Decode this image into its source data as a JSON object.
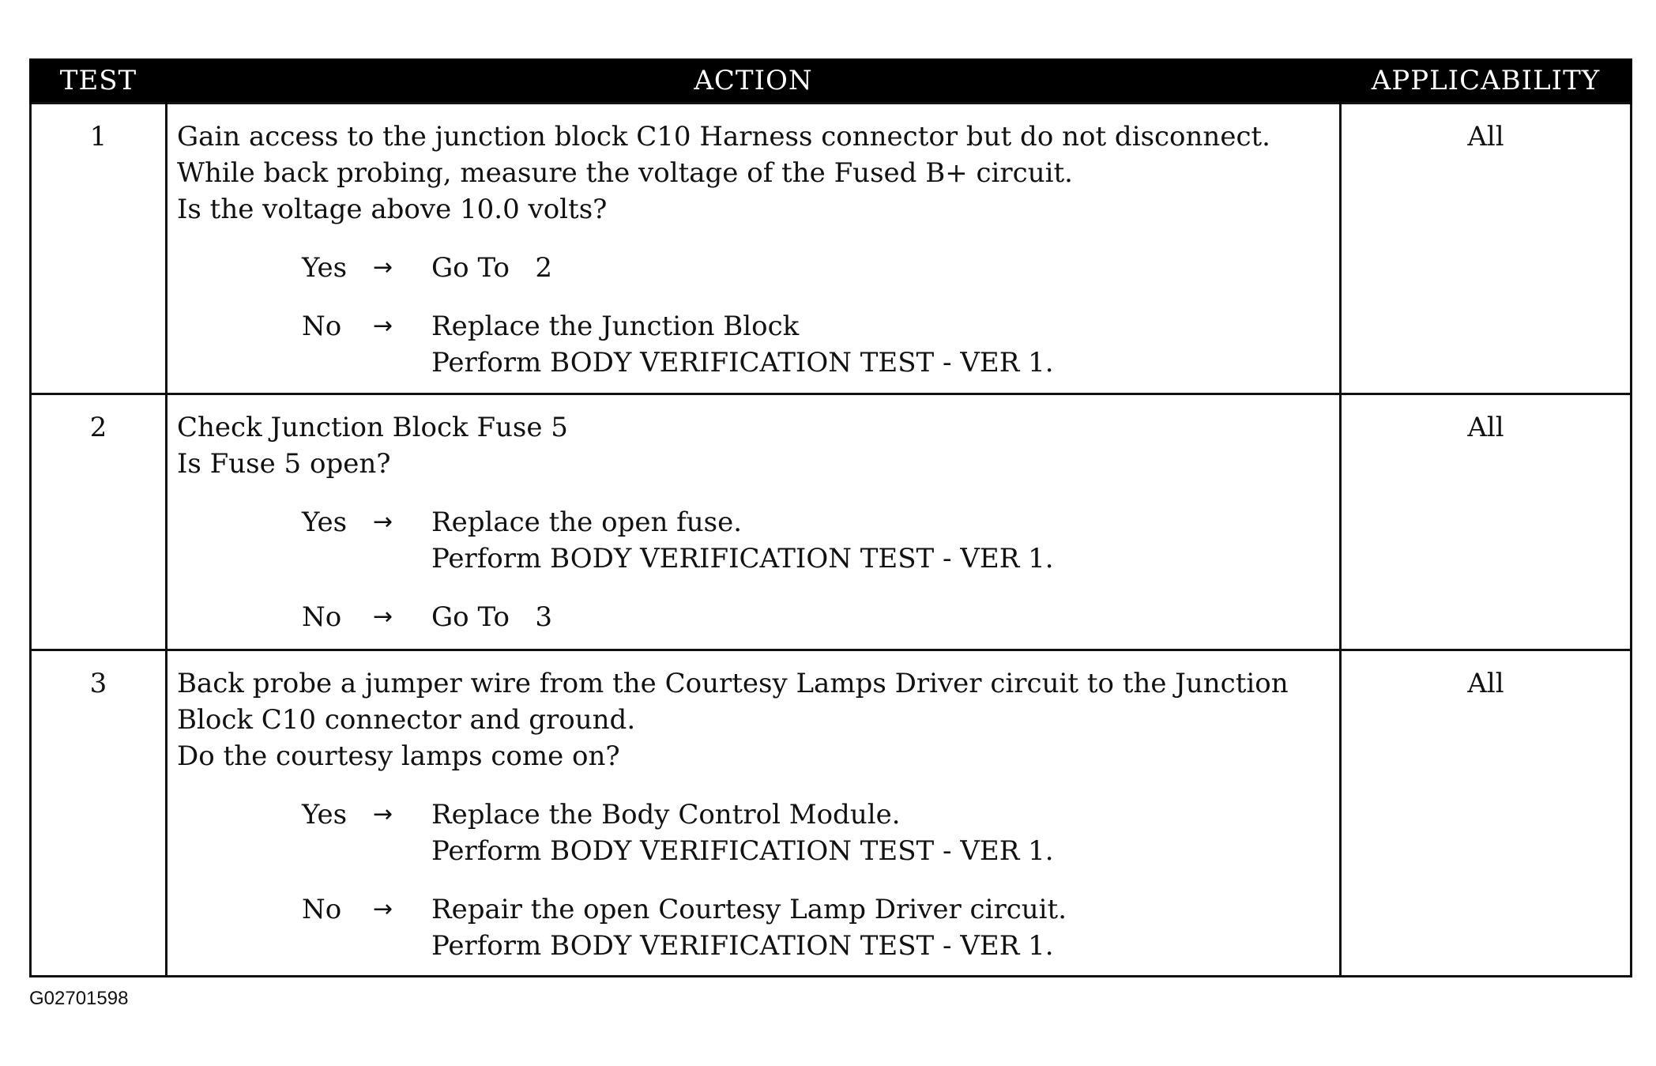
{
  "table": {
    "headers": {
      "test": "TEST",
      "action": "ACTION",
      "applicability": "APPLICABILITY"
    },
    "rows": [
      {
        "test": "1",
        "applicability": "All",
        "question": [
          "Gain access to the junction block C10 Harness connector but do not disconnect.",
          "While back probing, measure the voltage of the Fused B+ circuit.",
          "Is the voltage above 10.0 volts?"
        ],
        "branches": [
          {
            "key": "Yes",
            "arrow": "→",
            "lines": [
              "Go To   2"
            ]
          },
          {
            "key": "No",
            "arrow": "→",
            "lines": [
              "Replace the Junction Block",
              "Perform BODY VERIFICATION TEST - VER 1."
            ]
          }
        ]
      },
      {
        "test": "2",
        "applicability": "All",
        "question": [
          "Check Junction Block Fuse 5",
          "Is Fuse 5 open?"
        ],
        "branches": [
          {
            "key": "Yes",
            "arrow": "→",
            "lines": [
              "Replace the open fuse.",
              "Perform BODY VERIFICATION TEST - VER 1."
            ]
          },
          {
            "key": "No",
            "arrow": "→",
            "lines": [
              "Go To   3"
            ]
          }
        ]
      },
      {
        "test": "3",
        "applicability": "All",
        "question": [
          "Back probe a jumper wire from the Courtesy Lamps Driver circuit to the Junction",
          "Block C10 connector and ground.",
          "Do the courtesy lamps come on?"
        ],
        "branches": [
          {
            "key": "Yes",
            "arrow": "→",
            "lines": [
              "Replace the Body Control Module.",
              "Perform BODY VERIFICATION TEST - VER 1."
            ]
          },
          {
            "key": "No",
            "arrow": "→",
            "lines": [
              "Repair the open Courtesy Lamp Driver circuit.",
              "Perform BODY VERIFICATION TEST - VER 1."
            ]
          }
        ]
      }
    ]
  },
  "footer": {
    "figure_code": "G02701598"
  }
}
